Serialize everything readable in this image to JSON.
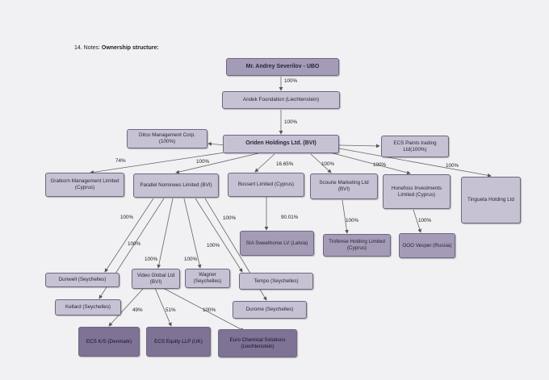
{
  "heading": {
    "number": "14. Notes:",
    "title": "Ownership structure:"
  },
  "nodes": {
    "ubo": "Mr. Andrey Severilov - UBO",
    "andek": "Andek Foundation (Liechtenstein)",
    "ditco": "Ditco Management Corp. (100%)",
    "oriden": "Oriden Holdings Ltd. (BVI)",
    "ecs_paints": "ECS Paints trading Ltd(100%)",
    "gratkorn": "Gratkorn Management Limited (Cyprus)",
    "parallel": "Parallel Nominees Limited (BVI)",
    "bossert": "Bossert Limited (Cyprus)",
    "scourie": "Scourie Marketing Ltd (BVI)",
    "honefoss": "Honefoss Investments Limited (Cyprus)",
    "tingueta": "Tingueta Holding Ltd",
    "sia": "SIA Sweethome LV (Latvia)",
    "trofense": "Trofense Holding Limited (Cyprus)",
    "ooo": "OOO Vesper (Russia)",
    "dunwell": "Dunwell (Seychelles)",
    "video": "Video Global Ltd (BVI)",
    "wagner": "Wagner (Seychelles)",
    "tempo": "Tempo (Seychelles)",
    "kellard": "Kellard (Seychelles)",
    "durome": "Durome (Seychelles)",
    "ecs_ks": "ECS K/S (Denmark)",
    "ecs_equity": "ECS Equity LLP (UK)",
    "euro_chem": "Euro Chemical Solutions (Liechtenstein)"
  },
  "percentages": {
    "ubo_andek": "100%",
    "andek_oriden": "100%",
    "gratkorn": "74%",
    "parallel": "100%",
    "bossert": "16.65%",
    "scourie": "100%",
    "honefoss": "100%",
    "tingueta": "100%",
    "sia": "90.01%",
    "trofense": "100%",
    "ooo": "100%",
    "dunwell": "100%",
    "kellard": "100%",
    "video": "100%",
    "wagner": "100%",
    "wagner2": "100%",
    "tempo": "100%",
    "ecs_ks": "49%",
    "ecs_equity": "51%",
    "euro_chem": "100%"
  }
}
